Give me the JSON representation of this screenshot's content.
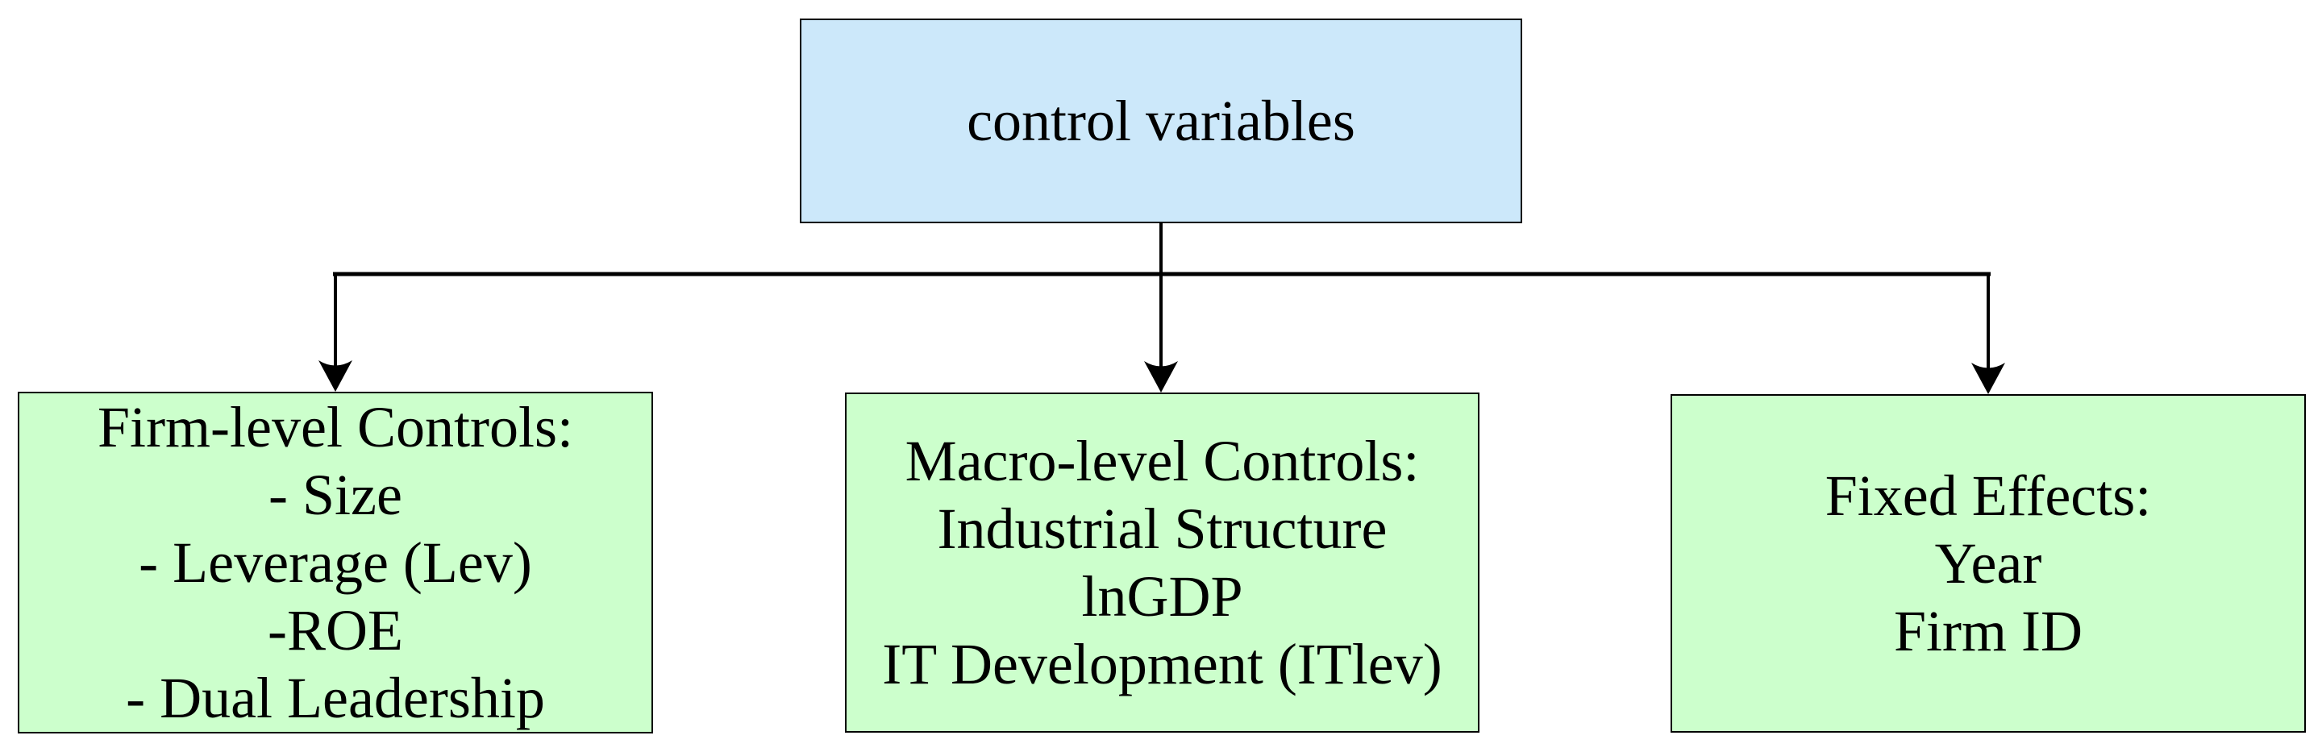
{
  "diagram": {
    "type": "hierarchy-flowchart",
    "root": {
      "label": "control variables"
    },
    "children": [
      {
        "id": "firm-level-controls",
        "lines": [
          "Firm-level Controls:",
          "- Size",
          "- Leverage (Lev)",
          "-ROE",
          "- Dual Leadership"
        ]
      },
      {
        "id": "macro-level-controls",
        "lines": [
          "Macro-level Controls:",
          "Industrial Structure",
          "lnGDP",
          "IT Development (ITlev)"
        ]
      },
      {
        "id": "fixed-effects",
        "lines": [
          "Fixed Effects:",
          "Year",
          "Firm ID"
        ]
      }
    ],
    "colors": {
      "root_fill": "#cce8fa",
      "child_fill": "#ccffcc",
      "border": "#000000",
      "connector": "#000000",
      "text": "#000000",
      "background": "#ffffff"
    }
  }
}
